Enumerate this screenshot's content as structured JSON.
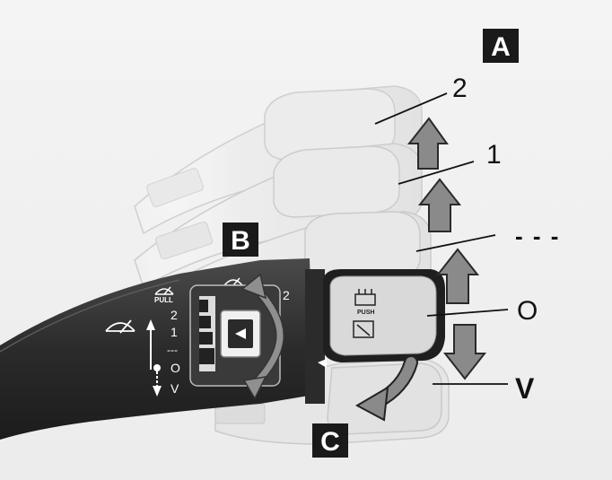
{
  "callouts": [
    {
      "id": "A",
      "label": "A"
    },
    {
      "id": "B",
      "label": "B"
    },
    {
      "id": "C",
      "label": "C"
    }
  ],
  "positions": [
    {
      "id": "two",
      "label": "2"
    },
    {
      "id": "one",
      "label": "1"
    },
    {
      "id": "dash",
      "label": "- - -"
    },
    {
      "id": "off",
      "label": "O"
    },
    {
      "id": "v",
      "label": "V"
    }
  ],
  "stalk_scale": [
    "2",
    "1",
    "---",
    "O",
    "V"
  ],
  "ring_label": "2",
  "labels": {
    "pull": "PULL",
    "push": "PUSH"
  },
  "icons": [
    "wiper-icon",
    "washer-icon",
    "mist-icon"
  ],
  "colors": {
    "body": "#2a2a2a",
    "ghost": "#e6e6e6",
    "arrow": "#8a8a8a",
    "box": "#1a1a1a",
    "background": "#ffffff"
  }
}
